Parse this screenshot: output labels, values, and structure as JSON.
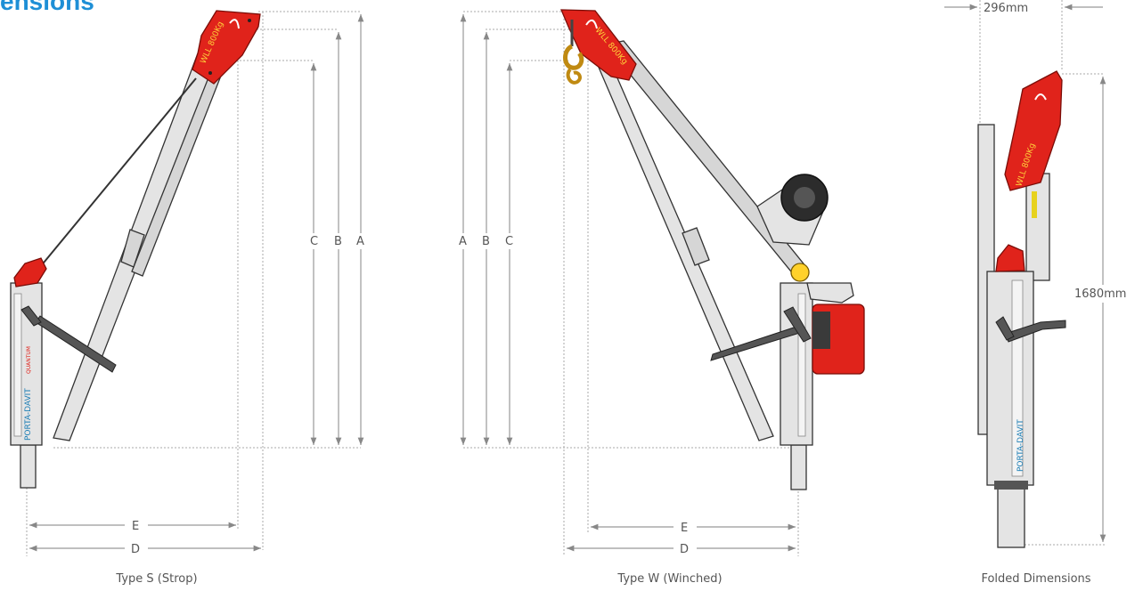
{
  "heading": "ensions",
  "captions": {
    "type_s": "Type S (Strop)",
    "type_w": "Type W (Winched)",
    "folded": "Folded Dimensions"
  },
  "dimension_labels": {
    "a": "A",
    "b": "B",
    "c": "C",
    "d": "D",
    "e": "E",
    "folded_width": "296mm",
    "folded_height": "1680mm"
  },
  "markings": {
    "wll": "WLL 800Kg",
    "brand": "PORTA-DAVIT",
    "brand_sub": "QUANTUM"
  },
  "colors": {
    "heading": "#1e8fd6",
    "davit_red": "#e0231b",
    "metal": "#e4e4e4"
  }
}
